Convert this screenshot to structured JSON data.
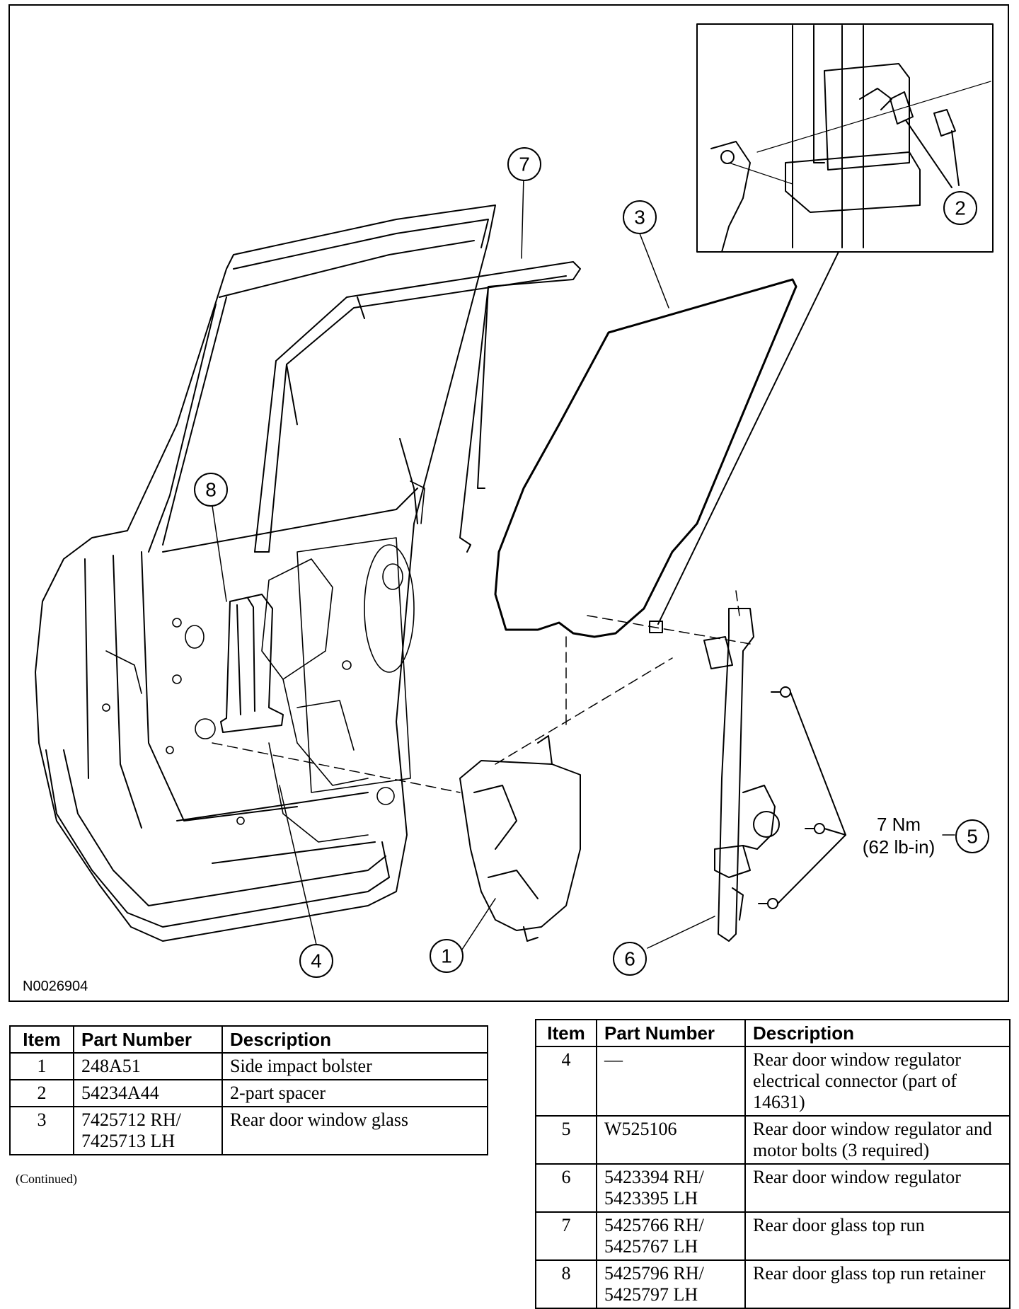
{
  "figure": {
    "id": "N0026904",
    "callouts": [
      "1",
      "2",
      "3",
      "4",
      "5",
      "6",
      "7",
      "8"
    ],
    "torque": {
      "nm": "7 Nm",
      "lbin": "(62 lb-in)"
    }
  },
  "table_left": {
    "headers": [
      "Item",
      "Part Number",
      "Description"
    ],
    "rows": [
      {
        "item": "1",
        "part": "248A51",
        "desc": "Side impact bolster"
      },
      {
        "item": "2",
        "part": "54234A44",
        "desc": "2-part spacer"
      },
      {
        "item": "3",
        "part": "7425712 RH/ 7425713 LH",
        "desc": "Rear door window glass"
      }
    ],
    "note": "(Continued)"
  },
  "table_right": {
    "headers": [
      "Item",
      "Part Number",
      "Description"
    ],
    "rows": [
      {
        "item": "4",
        "part": "—",
        "desc": "Rear door window regulator electrical connector (part of 14631)"
      },
      {
        "item": "5",
        "part": "W525106",
        "desc": "Rear door window regulator and motor bolts (3 required)"
      },
      {
        "item": "6",
        "part": "5423394 RH/ 5423395 LH",
        "desc": "Rear door window regulator"
      },
      {
        "item": "7",
        "part": "5425766 RH/ 5425767 LH",
        "desc": "Rear door glass top run"
      },
      {
        "item": "8",
        "part": "5425796 RH/ 5425797 LH",
        "desc": "Rear door glass top run retainer"
      }
    ]
  }
}
